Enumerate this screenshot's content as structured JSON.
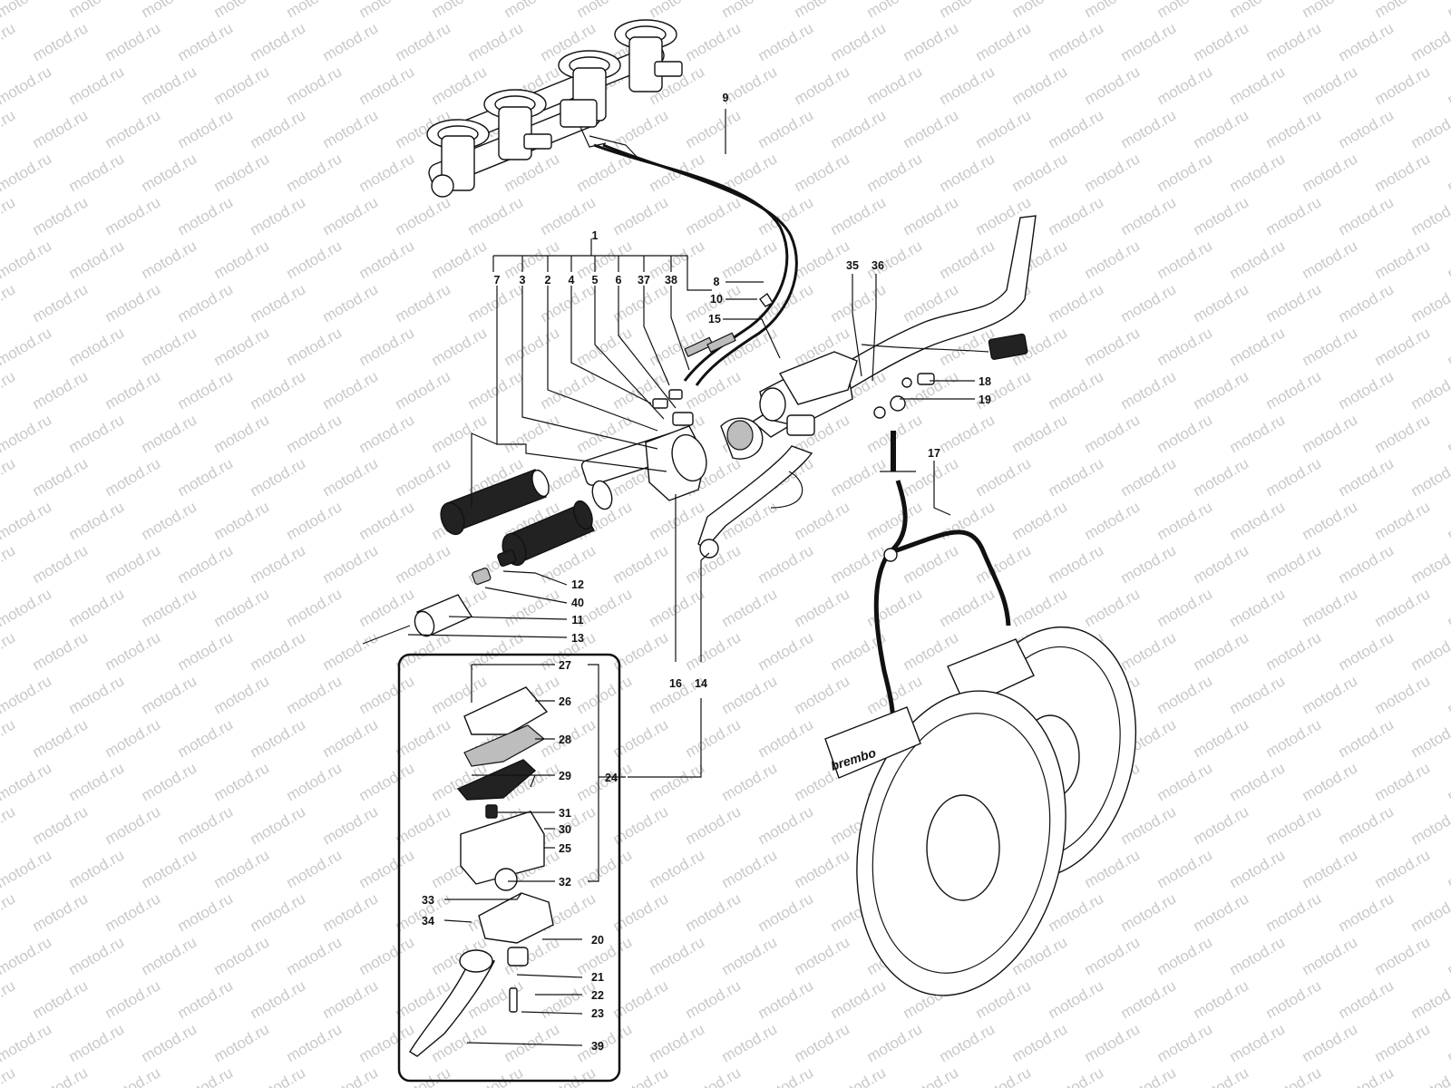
{
  "watermark": "motod.ru",
  "brand_mark": "brembo",
  "callouts": [
    {
      "id": "c1",
      "text": "1"
    },
    {
      "id": "c7",
      "text": "7"
    },
    {
      "id": "c3",
      "text": "3"
    },
    {
      "id": "c2",
      "text": "2"
    },
    {
      "id": "c4",
      "text": "4"
    },
    {
      "id": "c5",
      "text": "5"
    },
    {
      "id": "c6",
      "text": "6"
    },
    {
      "id": "c37",
      "text": "37"
    },
    {
      "id": "c38",
      "text": "38"
    },
    {
      "id": "c8",
      "text": "8"
    },
    {
      "id": "c9",
      "text": "9"
    },
    {
      "id": "c10",
      "text": "10"
    },
    {
      "id": "c15",
      "text": "15"
    },
    {
      "id": "c35",
      "text": "35"
    },
    {
      "id": "c36",
      "text": "36"
    },
    {
      "id": "c18",
      "text": "18"
    },
    {
      "id": "c19",
      "text": "19"
    },
    {
      "id": "c17",
      "text": "17"
    },
    {
      "id": "c12",
      "text": "12"
    },
    {
      "id": "c40",
      "text": "40"
    },
    {
      "id": "c11",
      "text": "11"
    },
    {
      "id": "c13",
      "text": "13"
    },
    {
      "id": "c16",
      "text": "16"
    },
    {
      "id": "c14",
      "text": "14"
    },
    {
      "id": "c27",
      "text": "27"
    },
    {
      "id": "c26",
      "text": "26"
    },
    {
      "id": "c28",
      "text": "28"
    },
    {
      "id": "c29",
      "text": "29"
    },
    {
      "id": "c24",
      "text": "24"
    },
    {
      "id": "c31",
      "text": "31"
    },
    {
      "id": "c30",
      "text": "30"
    },
    {
      "id": "c25",
      "text": "25"
    },
    {
      "id": "c32",
      "text": "32"
    },
    {
      "id": "c33",
      "text": "33"
    },
    {
      "id": "c34",
      "text": "34"
    },
    {
      "id": "c20",
      "text": "20"
    },
    {
      "id": "c21",
      "text": "21"
    },
    {
      "id": "c22",
      "text": "22"
    },
    {
      "id": "c23",
      "text": "23"
    },
    {
      "id": "c39",
      "text": "39"
    }
  ]
}
